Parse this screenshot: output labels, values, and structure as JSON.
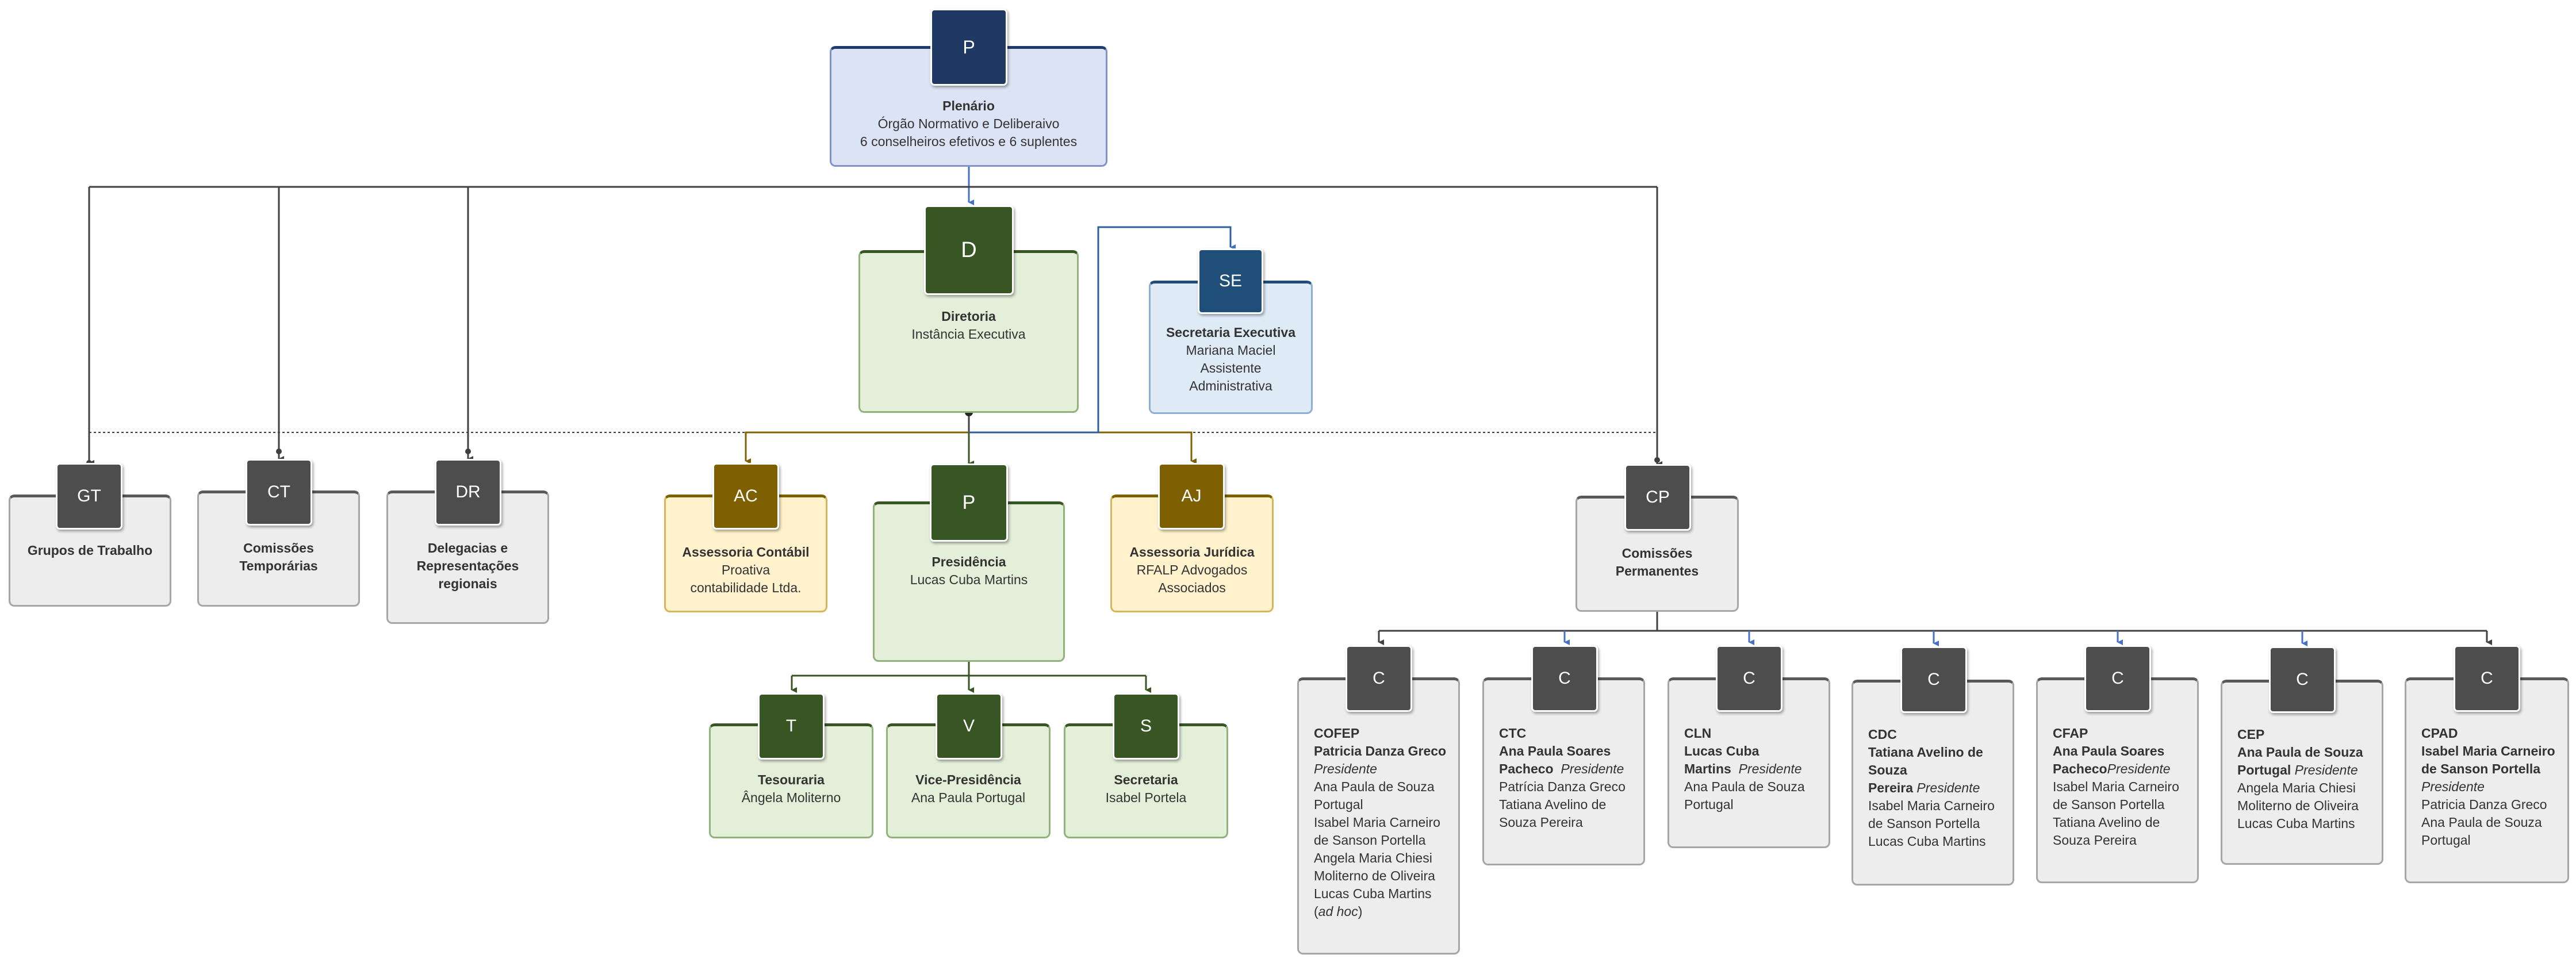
{
  "colors": {
    "navy": "#1f3864",
    "dark_green": "#375623",
    "steel_blue": "#1f4e79",
    "olive": "#7f6000",
    "dark_gray": "#4d4d4d",
    "connector_blue": "#4472c4"
  },
  "plenario": {
    "badge": "P",
    "title": "Plenário",
    "lines": [
      "Órgão Normativo e Deliberaivo",
      "6 conselheiros efetivos e 6 suplentes"
    ]
  },
  "diretoria": {
    "badge": "D",
    "title": "Diretoria",
    "lines": [
      "Instância Executiva"
    ]
  },
  "secretaria_executiva": {
    "badge": "SE",
    "title": "Secretaria Executiva",
    "lines": [
      "Mariana Maciel",
      "Assistente",
      "Administrativa"
    ]
  },
  "gt": {
    "badge": "GT",
    "title": "Grupos de Trabalho"
  },
  "ct": {
    "badge": "CT",
    "title_lines": [
      "Comissões",
      "Temporárias"
    ]
  },
  "dr": {
    "badge": "DR",
    "title_lines": [
      "Delegacias e",
      "Representações",
      "regionais"
    ]
  },
  "ac": {
    "badge": "AC",
    "title": "Assessoria Contábil",
    "lines": [
      "Proativa",
      "contabilidade Ltda."
    ]
  },
  "presidencia": {
    "badge": "P",
    "title": "Presidência",
    "lines": [
      "Lucas Cuba Martins"
    ]
  },
  "aj": {
    "badge": "AJ",
    "title": "Assessoria Jurídica",
    "lines": [
      "RFALP Advogados",
      "Associados"
    ]
  },
  "cp": {
    "badge": "CP",
    "title_lines": [
      "Comissões",
      "Permanentes"
    ]
  },
  "tesouraria": {
    "badge": "T",
    "title": "Tesouraria",
    "lines": [
      "Ângela Moliterno"
    ]
  },
  "vice": {
    "badge": "V",
    "title": "Vice-Presidência",
    "lines": [
      "Ana Paula Portugal"
    ]
  },
  "secretaria": {
    "badge": "S",
    "title": "Secretaria",
    "lines": [
      "Isabel Portela"
    ]
  },
  "commissions": [
    {
      "badge": "C",
      "name": "COFEP",
      "bold_lines": [
        "Patricia Danza Greco"
      ],
      "italic_lines": [
        "Presidente"
      ],
      "lines": [
        "Ana Paula de Souza",
        "Portugal",
        "Isabel Maria Carneiro",
        "de Sanson Portella",
        "Angela Maria Chiesi",
        "Moliterno de Oliveira",
        "Lucas Cuba Martins"
      ],
      "ad_hoc": {
        "open": "(",
        "italic": "ad hoc",
        "close": ")"
      }
    },
    {
      "badge": "C",
      "name": "CTC",
      "bold_lines": [
        "Ana Paula Soares",
        "Pacheco"
      ],
      "presidente_inline": "Presidente",
      "lines": [
        "Patrícia Danza Greco",
        "Tatiana Avelino de",
        "Souza Pereira"
      ]
    },
    {
      "badge": "C",
      "name": "CLN",
      "bold_lines": [
        "Lucas Cuba",
        "Martins"
      ],
      "presidente_inline": "Presidente",
      "lines": [
        "Ana Paula de Souza",
        "Portugal"
      ]
    },
    {
      "badge": "C",
      "name": "CDC",
      "bold_lines": [
        "Tatiana Avelino de",
        "Souza",
        "Pereira"
      ],
      "presidente_inline": "Presidente",
      "lines": [
        "Isabel Maria Carneiro",
        "de Sanson Portella",
        "Lucas Cuba Martins"
      ]
    },
    {
      "badge": "C",
      "name": "CFAP",
      "bold_lines": [
        "Ana Paula Soares",
        "Pacheco"
      ],
      "presidente_inline": "Presidente",
      "lines": [
        "Isabel Maria Carneiro",
        "de Sanson Portella",
        "Tatiana Avelino de",
        "Souza Pereira"
      ]
    },
    {
      "badge": "C",
      "name": "CEP",
      "bold_lines": [
        "Ana Paula de Souza",
        "Portugal"
      ],
      "presidente_inline": "Presidente",
      "lines": [
        "Angela Maria Chiesi",
        "Moliterno de Oliveira",
        "Lucas Cuba Martins"
      ]
    },
    {
      "badge": "C",
      "name": "CPAD",
      "bold_lines": [
        "Isabel Maria Carneiro",
        "de Sanson Portella"
      ],
      "italic_lines": [
        "Presidente"
      ],
      "lines": [
        "Patricia Danza Greco",
        "Ana Paula de Souza",
        "Portugal"
      ]
    }
  ]
}
